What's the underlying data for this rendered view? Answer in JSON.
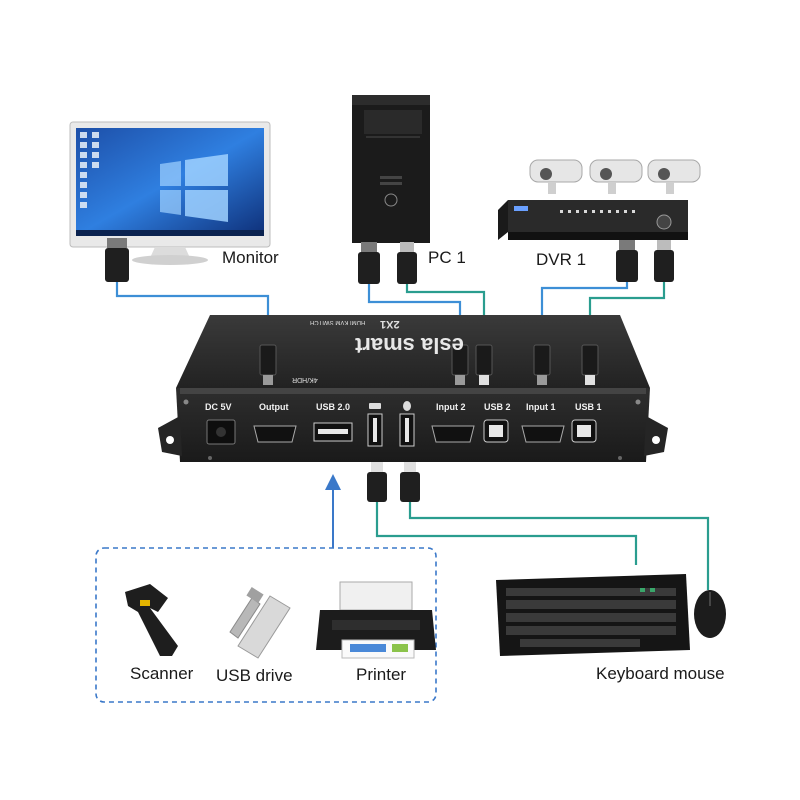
{
  "devices": {
    "monitor": "Monitor",
    "pc": "PC 1",
    "dvr": "DVR 1",
    "keyboard_mouse": "Keyboard mouse"
  },
  "peripherals": {
    "scanner": "Scanner",
    "usb_drive": "USB drive",
    "printer": "Printer"
  },
  "kvm": {
    "brand": "esla smart",
    "model": "2X1",
    "subtitle": "HDMI KVM SWITCH",
    "resolution": "4K/HDR",
    "ports": {
      "dc": "DC 5V",
      "output": "Output",
      "usb20": "USB 2.0",
      "input2": "Input 2",
      "usb2": "USB 2",
      "input1": "Input 1",
      "usb1": "USB 1"
    }
  },
  "colors": {
    "hdmi_cable": "#3d8fd6",
    "usb_cable": "#2a9d8f",
    "peripheral_link": "#3a78c9",
    "kvm_body": "#2b2b2b"
  }
}
